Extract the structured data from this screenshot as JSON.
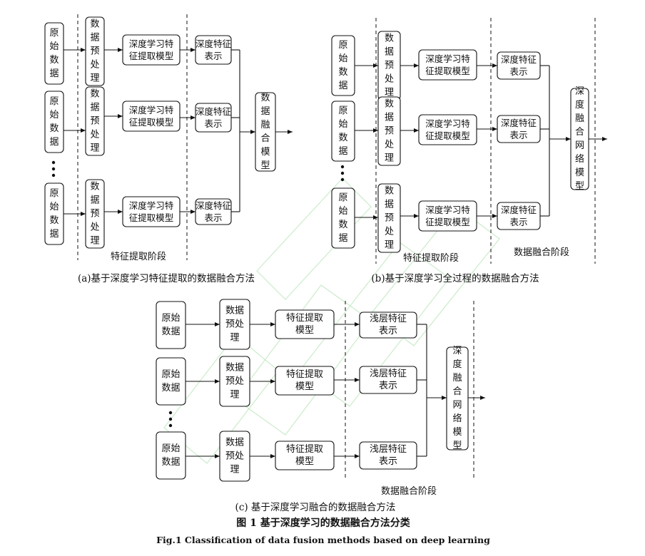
{
  "labels": {
    "raw_data": "原始数据",
    "preprocess": "数据预处理",
    "dl_extract_model": "深度学习特征提取模型",
    "deep_feature": "深度特征表示",
    "data_fusion_model": "数据融合模型",
    "deep_fusion_net": "深度融合网络模型",
    "feature_extract_model": "特征提取模型",
    "shallow_feature": "浅层特征表示",
    "stage_feature_extract": "特征提取阶段",
    "stage_data_fusion": "数据融合阶段"
  },
  "captions": {
    "a": "(a)基于深度学习特征提取的数据融合方法",
    "b": "(b)基于深度学习全过程的数据融合方法",
    "c": "(c)  基于深度学习融合的数据融合方法",
    "figure_cn": "图 1   基于深度学习的数据融合方法分类",
    "figure_en": "Fig.1    Classification of data fusion methods based on deep learning"
  },
  "colors": {
    "stroke": "#111111",
    "watermark": "#b6e3b6"
  }
}
